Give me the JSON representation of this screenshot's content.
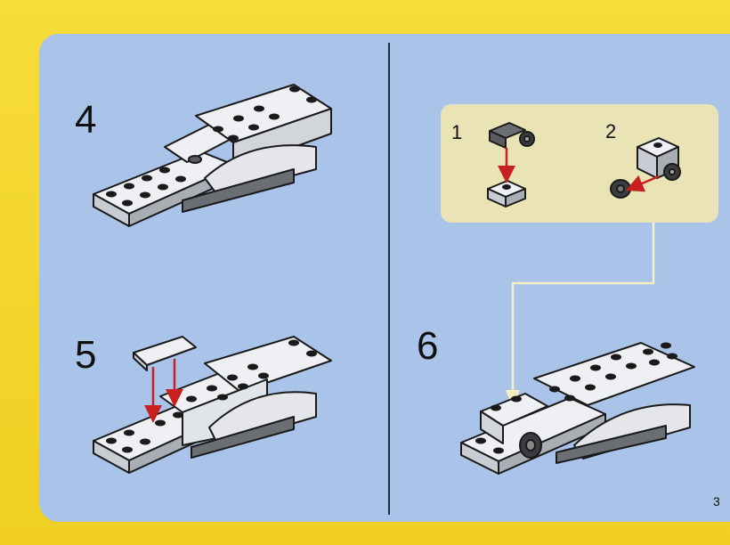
{
  "steps": {
    "step4": "4",
    "step5": "5",
    "step6": "6"
  },
  "callout": {
    "sub1": "1",
    "sub2": "2"
  },
  "page_number": "3",
  "colors": {
    "border_yellow": "#f2d32a",
    "panel_blue": "#a9c3e9",
    "callout_bg": "#e9e3b6",
    "arrow_red": "#c82020",
    "brick_white": "#eef0f4",
    "brick_gray": "#5a5c60"
  }
}
